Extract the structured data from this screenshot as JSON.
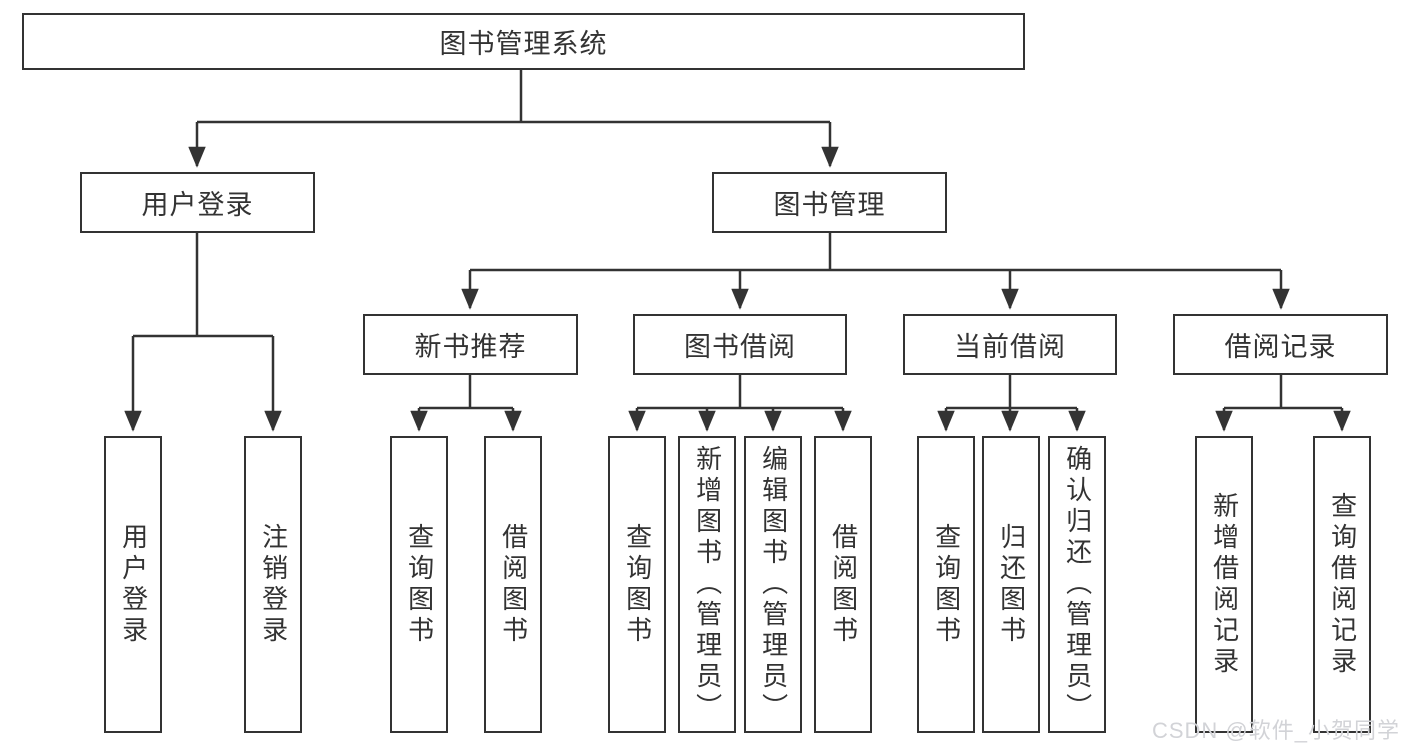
{
  "diagram": {
    "watermark": "CSDN @软件_小贺同学",
    "colors": {
      "line": "#333333",
      "text": "#333333",
      "box_bg": "#ffffff",
      "watermark": "#d2d3d7"
    },
    "tree": {
      "root": {
        "label": "图书管理系统"
      },
      "branches": [
        {
          "label": "用户登录",
          "children": [
            {
              "label": "用户登录"
            },
            {
              "label": "注销登录"
            }
          ]
        },
        {
          "label": "图书管理",
          "groups": [
            {
              "label": "新书推荐",
              "children": [
                {
                  "label": "查询图书"
                },
                {
                  "label": "借阅图书"
                }
              ]
            },
            {
              "label": "图书借阅",
              "children": [
                {
                  "label": "查询图书"
                },
                {
                  "label": "新增图书（管理员）"
                },
                {
                  "label": "编辑图书（管理员）"
                },
                {
                  "label": "借阅图书"
                }
              ]
            },
            {
              "label": "当前借阅",
              "children": [
                {
                  "label": "查询图书"
                },
                {
                  "label": "归还图书"
                },
                {
                  "label": "确认归还（管理员）"
                }
              ]
            },
            {
              "label": "借阅记录",
              "children": [
                {
                  "label": "新增借阅记录"
                },
                {
                  "label": "查询借阅记录"
                }
              ]
            }
          ]
        }
      ]
    }
  }
}
